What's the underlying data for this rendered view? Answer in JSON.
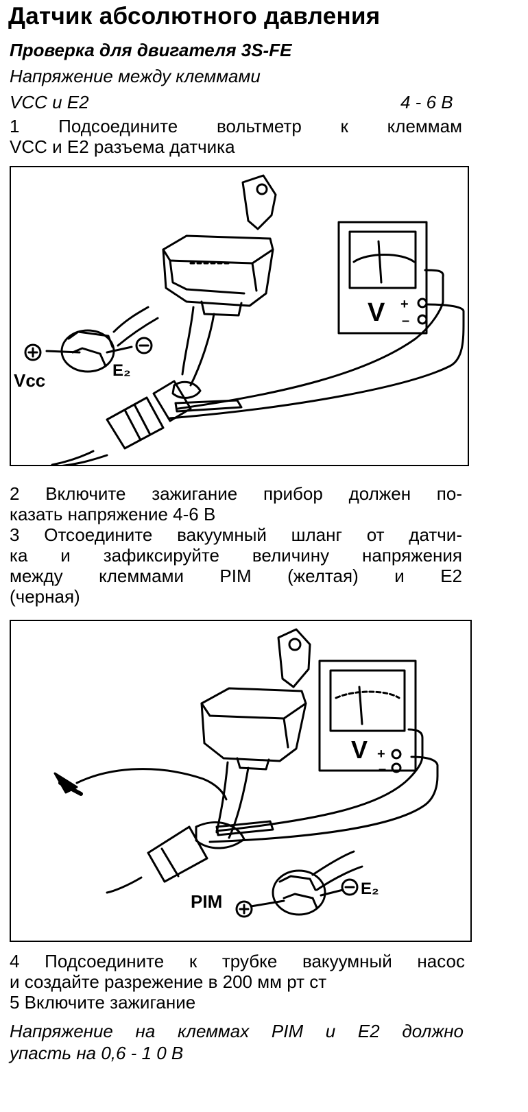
{
  "title": "Датчик абсолютного давления",
  "subtitle": "Проверка для двигателя 3S-FE",
  "spec": {
    "line1": "Напряжение между клеммами",
    "terminals": "VCC и E2",
    "value": "4 - 6 В"
  },
  "steps": {
    "step1_a": "1  Подсоедините вольтметр к клеммам",
    "step1_b": "VCC и E2 разъема датчика",
    "step2_a": "2  Включите зажигание  прибор должен по-",
    "step2_b": "казать напряжение 4-6 В",
    "step3_a": "3  Отсоедините вакуумный шланг от датчи-",
    "step3_b": "ка и зафиксируйте величину напряжения",
    "step3_c": "между клеммами PIM (желтая) и E2",
    "step3_d": "(черная)",
    "step4_a": "4  Подсоедините к трубке вакуумный насос",
    "step4_b": "и создайте разрежение в 200 мм  рт  ст",
    "step5": "5  Включите зажигание"
  },
  "result": {
    "line1": "Напряжение на клеммах PIM и E2 должно",
    "line2": "упасть на 0,6 - 1 0 В"
  },
  "figure1": {
    "meter_label": "V",
    "plus": "+",
    "minus": "–",
    "vcc_label": "Vcc",
    "e2_label": "E₂"
  },
  "figure2": {
    "meter_label": "V",
    "plus": "+",
    "minus": "–",
    "pim_label": "PIM",
    "e2_label": "E₂"
  }
}
